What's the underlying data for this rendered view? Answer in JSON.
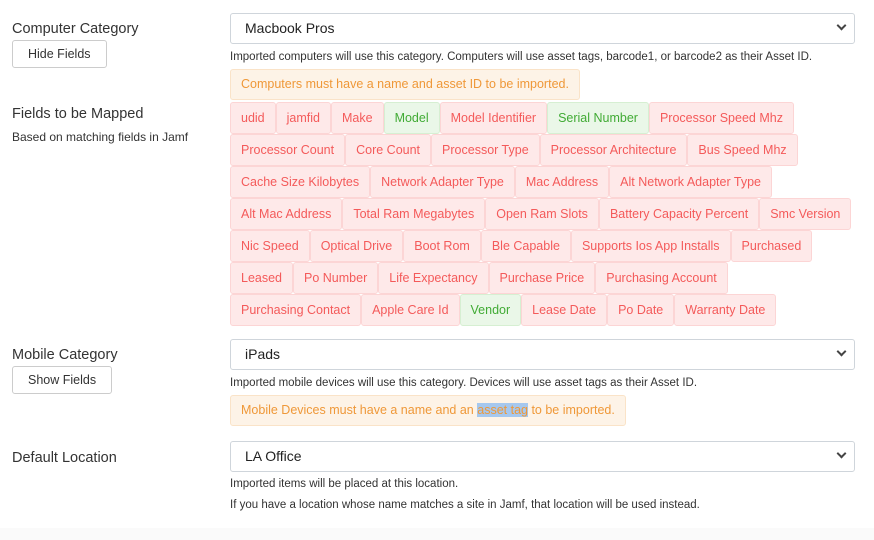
{
  "computer": {
    "label": "Computer Category",
    "toggle_button": "Hide Fields",
    "select_value": "Macbook Pros",
    "help": "Imported computers will use this category. Computers will use asset tags, barcode1, or barcode2 as their Asset ID.",
    "alert": "Computers must have a name and asset ID to be imported."
  },
  "fields": {
    "label": "Fields to be Mapped",
    "sub_label": "Based on matching fields in Jamf",
    "colors": {
      "unmatched_bg": "#fee9e9",
      "unmatched_text": "#f45a5a",
      "matched_bg": "#eaf7e8",
      "matched_text": "#41ab35"
    },
    "items": [
      {
        "label": "udid",
        "matched": false
      },
      {
        "label": "jamfid",
        "matched": false
      },
      {
        "label": "Make",
        "matched": false
      },
      {
        "label": "Model",
        "matched": true
      },
      {
        "label": "Model Identifier",
        "matched": false
      },
      {
        "label": "Serial Number",
        "matched": true
      },
      {
        "label": "Processor Speed Mhz",
        "matched": false
      },
      {
        "label": "Processor Count",
        "matched": false
      },
      {
        "label": "Core Count",
        "matched": false
      },
      {
        "label": "Processor Type",
        "matched": false
      },
      {
        "label": "Processor Architecture",
        "matched": false
      },
      {
        "label": "Bus Speed Mhz",
        "matched": false
      },
      {
        "label": "Cache Size Kilobytes",
        "matched": false
      },
      {
        "label": "Network Adapter Type",
        "matched": false
      },
      {
        "label": "Mac Address",
        "matched": false
      },
      {
        "label": "Alt Network Adapter Type",
        "matched": false
      },
      {
        "label": "Alt Mac Address",
        "matched": false
      },
      {
        "label": "Total Ram Megabytes",
        "matched": false
      },
      {
        "label": "Open Ram Slots",
        "matched": false
      },
      {
        "label": "Battery Capacity Percent",
        "matched": false
      },
      {
        "label": "Smc Version",
        "matched": false
      },
      {
        "label": "Nic Speed",
        "matched": false
      },
      {
        "label": "Optical Drive",
        "matched": false
      },
      {
        "label": "Boot Rom",
        "matched": false
      },
      {
        "label": "Ble Capable",
        "matched": false
      },
      {
        "label": "Supports Ios App Installs",
        "matched": false
      },
      {
        "label": "Purchased",
        "matched": false
      },
      {
        "label": "Leased",
        "matched": false
      },
      {
        "label": "Po Number",
        "matched": false
      },
      {
        "label": "Life Expectancy",
        "matched": false
      },
      {
        "label": "Purchase Price",
        "matched": false
      },
      {
        "label": "Purchasing Account",
        "matched": false
      },
      {
        "label": "Purchasing Contact",
        "matched": false
      },
      {
        "label": "Apple Care Id",
        "matched": false
      },
      {
        "label": "Vendor",
        "matched": true
      },
      {
        "label": "Lease Date",
        "matched": false
      },
      {
        "label": "Po Date",
        "matched": false
      },
      {
        "label": "Warranty Date",
        "matched": false
      }
    ]
  },
  "mobile": {
    "label": "Mobile Category",
    "toggle_button": "Show Fields",
    "select_value": "iPads",
    "help": "Imported mobile devices will use this category. Devices will use asset tags as their Asset ID.",
    "alert_before": "Mobile Devices must have a name and an ",
    "alert_highlight": "asset tag",
    "alert_after": " to be imported."
  },
  "location": {
    "label": "Default Location",
    "select_value": "LA Office",
    "help_1": "Imported items will be placed at this location.",
    "help_2": "If you have a location whose name matches a site in Jamf, that location will be used instead."
  }
}
